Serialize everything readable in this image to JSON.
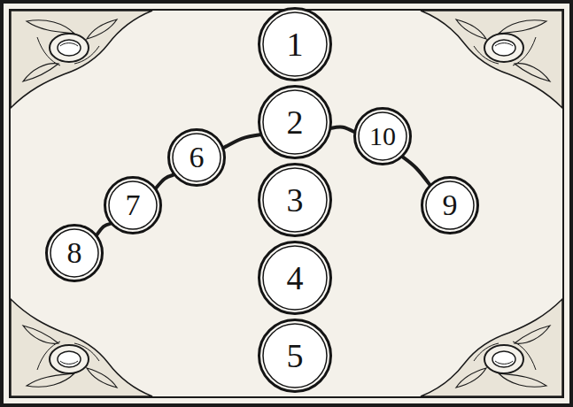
{
  "diagram": {
    "nodes": [
      {
        "text": [
          "1"
        ]
      },
      {
        "text": [
          "2"
        ]
      },
      {
        "text": [
          "3"
        ]
      },
      {
        "text": [
          "4"
        ]
      },
      {
        "text": [
          "5"
        ]
      },
      {
        "text": [
          "6"
        ]
      },
      {
        "text": [
          "7"
        ]
      },
      {
        "text": [
          "8"
        ]
      },
      {
        "text": [
          "9"
        ]
      },
      {
        "text": [
          "10"
        ]
      }
    ],
    "edges": [
      {
        "from": 7,
        "to": 6,
        "arrow": "none"
      },
      {
        "from": 6,
        "to": 5,
        "arrow": "none"
      },
      {
        "from": 5,
        "to": 1,
        "arrow": "none"
      },
      {
        "from": 1,
        "to": 9,
        "arrow": "none"
      },
      {
        "from": 9,
        "to": 8,
        "arrow": "none"
      }
    ]
  }
}
